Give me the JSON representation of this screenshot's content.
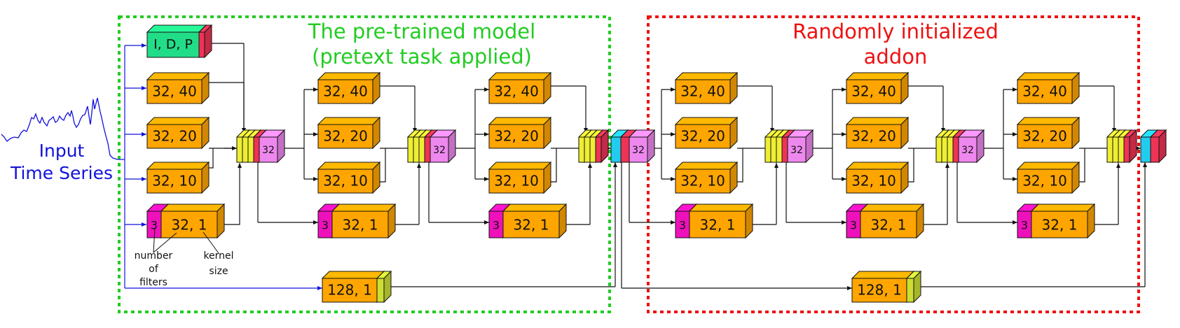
{
  "input_label": [
    "Input",
    "Time Series"
  ],
  "regions": {
    "pretrained": {
      "title": [
        "The pre-trained model",
        "(pretext task applied)"
      ],
      "color": "#22cc22"
    },
    "addon": {
      "title": [
        "Randomly initialized",
        "addon"
      ],
      "color": "#ee1111"
    }
  },
  "blocks": {
    "idp": "I, D, P",
    "k40": "32, 40",
    "k20": "32, 20",
    "k10": "32, 10",
    "k1": "32, 1",
    "filters_3": "3",
    "concat_32": "32",
    "bottleneck": "128, 1"
  },
  "annotations": {
    "filters": [
      "number",
      "of",
      "filters"
    ],
    "kernel": [
      "kernel",
      "size"
    ]
  },
  "colors": {
    "orange": "#ffa500",
    "green": "#22dd88",
    "red": "#ee3355",
    "magenta": "#ee11bb",
    "violet": "#ee88ee",
    "yellow": "#eeee33",
    "cyan": "#22ccee",
    "olive": "#ccdd33",
    "blue_arrow": "#1111dd"
  }
}
